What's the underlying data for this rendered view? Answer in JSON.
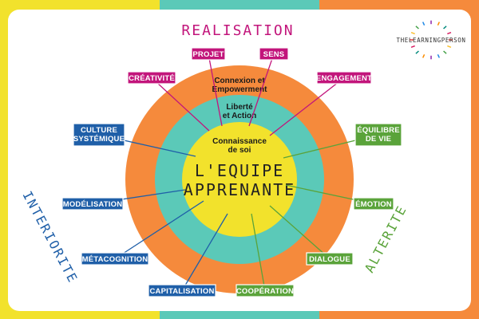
{
  "colors": {
    "yellow": "#f2e22c",
    "teal": "#5bc9b8",
    "orange": "#f58a3c",
    "magenta": "#c2157b",
    "blue": "#1f5fa8",
    "green": "#5aa33a",
    "card": "#ffffff"
  },
  "labels": {
    "realisation": "REALISATION",
    "interiorite": "INTERIORITE",
    "alterite": "ALTERITE",
    "brand": "THELEARNINGPERSON"
  },
  "rings": {
    "outer": "Connexion et Empowerment",
    "middle": "Liberté et Action",
    "inner": "Connaissance de soi",
    "core": "L'EQUIPE APPRENANTE"
  },
  "tags": [
    {
      "id": "projet",
      "text": "PROJET",
      "group": "magenta"
    },
    {
      "id": "sens",
      "text": "SENS",
      "group": "magenta"
    },
    {
      "id": "creativite",
      "text": "CRÉATIVITÉ",
      "group": "magenta"
    },
    {
      "id": "engagement",
      "text": "ENGAGEMENT",
      "group": "magenta"
    },
    {
      "id": "culture",
      "text": "CULTURE SYSTÉMIQUE",
      "group": "blue"
    },
    {
      "id": "modelisation",
      "text": "MODÉLISATION",
      "group": "blue"
    },
    {
      "id": "metacognition",
      "text": "MÉTACOGNITION",
      "group": "blue"
    },
    {
      "id": "capitalisation",
      "text": "CAPITALISATION",
      "group": "blue"
    },
    {
      "id": "equilibre",
      "text": "ÉQUILIBRE DE VIE",
      "group": "green"
    },
    {
      "id": "emotion",
      "text": "ÉMOTION",
      "group": "green"
    },
    {
      "id": "dialogue",
      "text": "DIALOGUE",
      "group": "green"
    },
    {
      "id": "cooperation",
      "text": "COOPÉRATION",
      "group": "green"
    }
  ]
}
